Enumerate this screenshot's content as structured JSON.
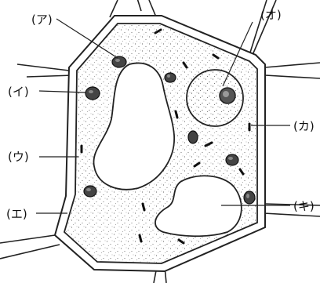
{
  "labels": {
    "a": "(ア)",
    "i": "(イ)",
    "u": "(ウ)",
    "e": "(エ)",
    "o": "(オ)",
    "ka": "(カ)",
    "ki": "(キ)"
  }
}
